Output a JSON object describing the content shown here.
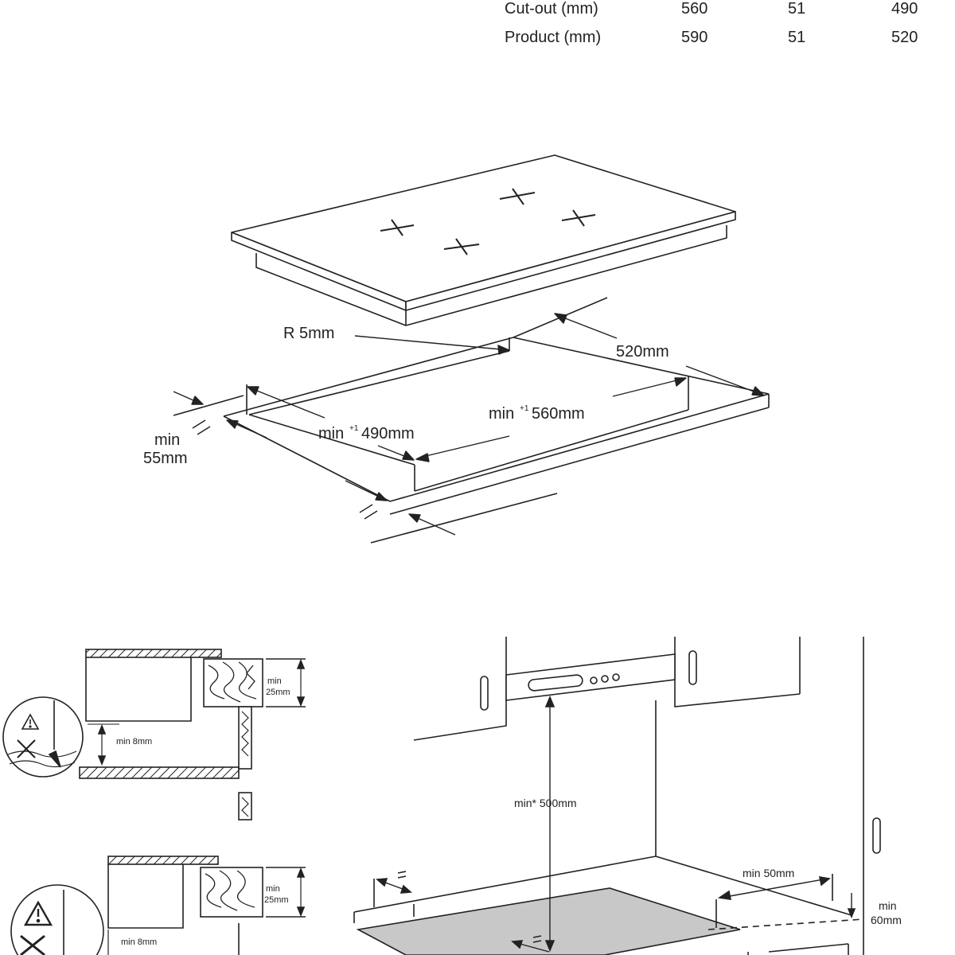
{
  "table": {
    "rows": [
      {
        "label": "Cut-out (mm)",
        "values": [
          "560",
          "51",
          "490"
        ]
      },
      {
        "label": "Product (mm)",
        "values": [
          "590",
          "51",
          "520"
        ]
      }
    ]
  },
  "install_diagram": {
    "radius_label": "R 5mm",
    "depth_label": "520mm",
    "cutout_width_label": "560mm",
    "cutout_depth_label": "490mm",
    "min_prefix": "min",
    "min_distance_line1": "min",
    "min_distance_line2": "55mm"
  },
  "section_top": {
    "height_label_1": "min",
    "height_label_2": "25mm",
    "gap_label": "min 8mm"
  },
  "section_bottom": {
    "height_label_1": "min",
    "height_label_2": "25mm",
    "gap_label": "min 8mm"
  },
  "kitchen": {
    "hood_clearance_label": "min* 500mm",
    "side_clearance_label": "min 50mm",
    "front_label_1": "min",
    "front_label_2": "60mm"
  }
}
